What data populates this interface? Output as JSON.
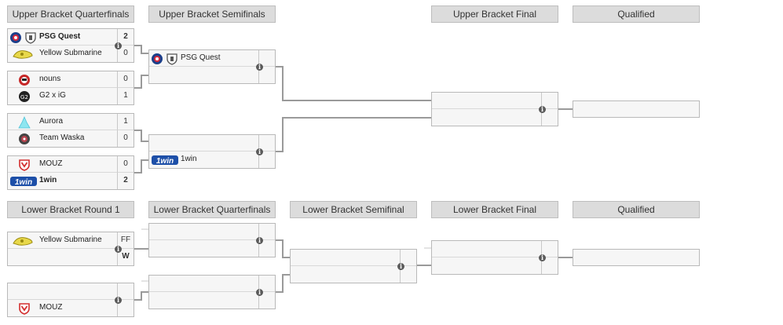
{
  "headers": {
    "ub_qf": "Upper Bracket Quarterfinals",
    "ub_sf": "Upper Bracket Semifinals",
    "ub_final": "Upper Bracket Final",
    "ub_qualified": "Qualified",
    "lb_r1": "Lower Bracket Round 1",
    "lb_qf": "Lower Bracket Quarterfinals",
    "lb_sf": "Lower Bracket Semifinal",
    "lb_final": "Lower Bracket Final",
    "lb_qualified": "Qualified"
  },
  "info_glyph": "i",
  "ub_qf": [
    {
      "top": {
        "name": "PSG Quest",
        "score": "2",
        "winner": true
      },
      "bot": {
        "name": "Yellow Submarine",
        "score": "0",
        "winner": false
      }
    },
    {
      "top": {
        "name": "nouns",
        "score": "0",
        "winner": false
      },
      "bot": {
        "name": "G2 x iG",
        "score": "1",
        "winner": false
      }
    },
    {
      "top": {
        "name": "Aurora",
        "score": "1",
        "winner": false
      },
      "bot": {
        "name": "Team Waska",
        "score": "0",
        "winner": false
      }
    },
    {
      "top": {
        "name": "MOUZ",
        "score": "0",
        "winner": false
      },
      "bot": {
        "name": "1win",
        "score": "2",
        "winner": true
      }
    }
  ],
  "ub_sf": [
    {
      "top": {
        "name": "PSG Quest",
        "score": ""
      },
      "bot": {
        "name": "",
        "score": ""
      }
    },
    {
      "top": {
        "name": "",
        "score": ""
      },
      "bot": {
        "name": "1win",
        "score": ""
      }
    }
  ],
  "lb_r1": [
    {
      "top": {
        "name": "Yellow Submarine",
        "score": "FF"
      },
      "bot": {
        "name": "",
        "score": "W"
      }
    },
    {
      "top": {
        "name": "",
        "score": ""
      },
      "bot": {
        "name": "MOUZ",
        "score": ""
      }
    }
  ],
  "colors": {
    "header_bg": "#dcdcdc",
    "slot_bg": "#f6f6f6",
    "line": "#999999",
    "border": "#b9b9b9"
  },
  "logos": {
    "psg": "psg-logo",
    "quest": "quest-shield-logo",
    "ys": "yellow-submarine-logo",
    "nouns": "nouns-logo",
    "g2": "g2-logo",
    "aurora": "aurora-logo",
    "waska": "team-waska-logo",
    "mouz": "mouz-logo",
    "onewin": "1win-logo"
  },
  "onewin_wordmark": "1win"
}
